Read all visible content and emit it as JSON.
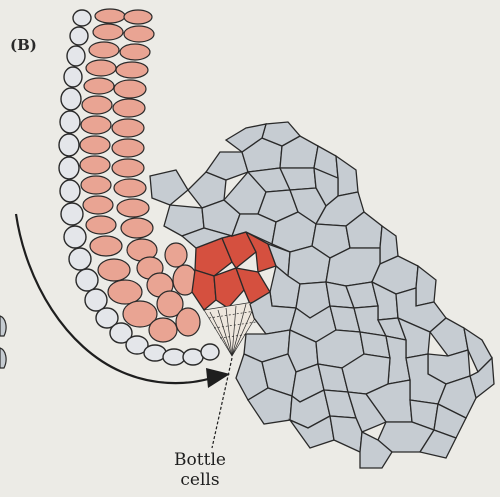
{
  "panel_label": "(B)",
  "callout": {
    "line1": "Bottle",
    "line2": "cells"
  },
  "colors": {
    "background": "#ecebe6",
    "outer_cell_fill": "#e4e6ea",
    "inner_cell_fill": "#e9a493",
    "bottle_cell_fill": "#d5503f",
    "endoderm_cell_fill": "#c6ccd2",
    "outline": "#2a2a2a"
  }
}
